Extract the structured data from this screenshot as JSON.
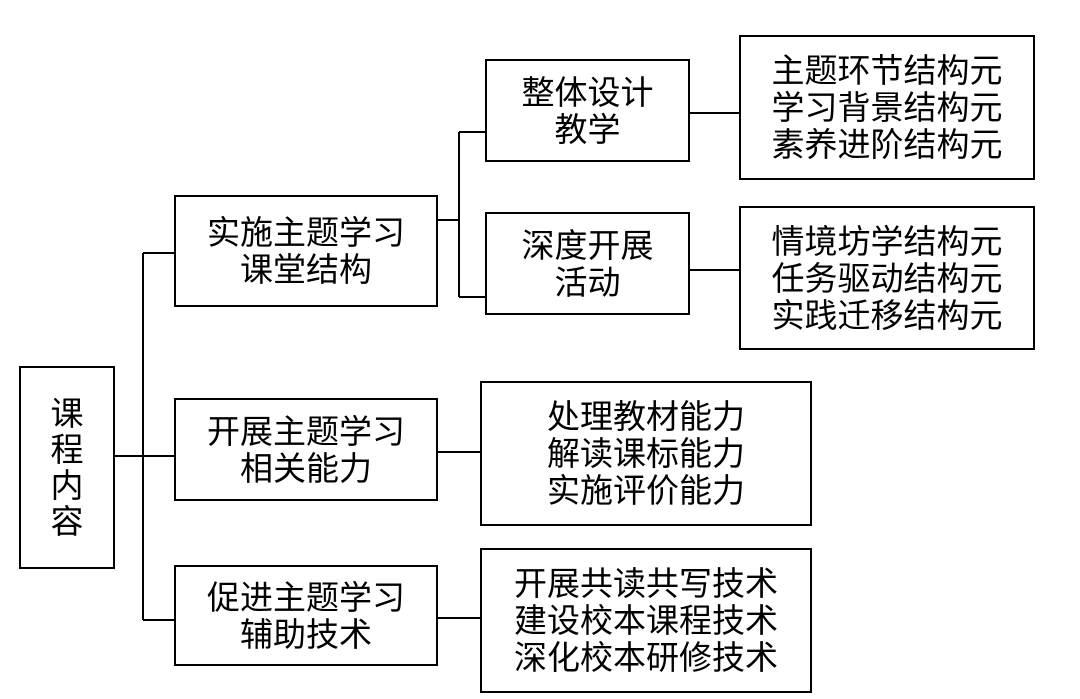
{
  "root": {
    "lines": [
      "课",
      "程",
      "内",
      "容"
    ]
  },
  "level1": [
    {
      "lines": [
        "实施主题学习",
        "课堂结构"
      ]
    },
    {
      "lines": [
        "开展主题学习",
        "相关能力"
      ]
    },
    {
      "lines": [
        "促进主题学习",
        "辅助技术"
      ]
    }
  ],
  "level2": [
    {
      "lines": [
        "整体设计",
        "教学"
      ]
    },
    {
      "lines": [
        "深度开展",
        "活动"
      ]
    }
  ],
  "leaves": [
    {
      "lines": [
        "主题环节结构元",
        "学习背景结构元",
        "素养进阶结构元"
      ]
    },
    {
      "lines": [
        "情境坊学结构元",
        "任务驱动结构元",
        "实践迁移结构元"
      ]
    },
    {
      "lines": [
        "处理教材能力",
        "解读课标能力",
        "实施评价能力"
      ]
    },
    {
      "lines": [
        "开展共读共写技术",
        "建设校本课程技术",
        "深化校本研修技术"
      ]
    }
  ]
}
